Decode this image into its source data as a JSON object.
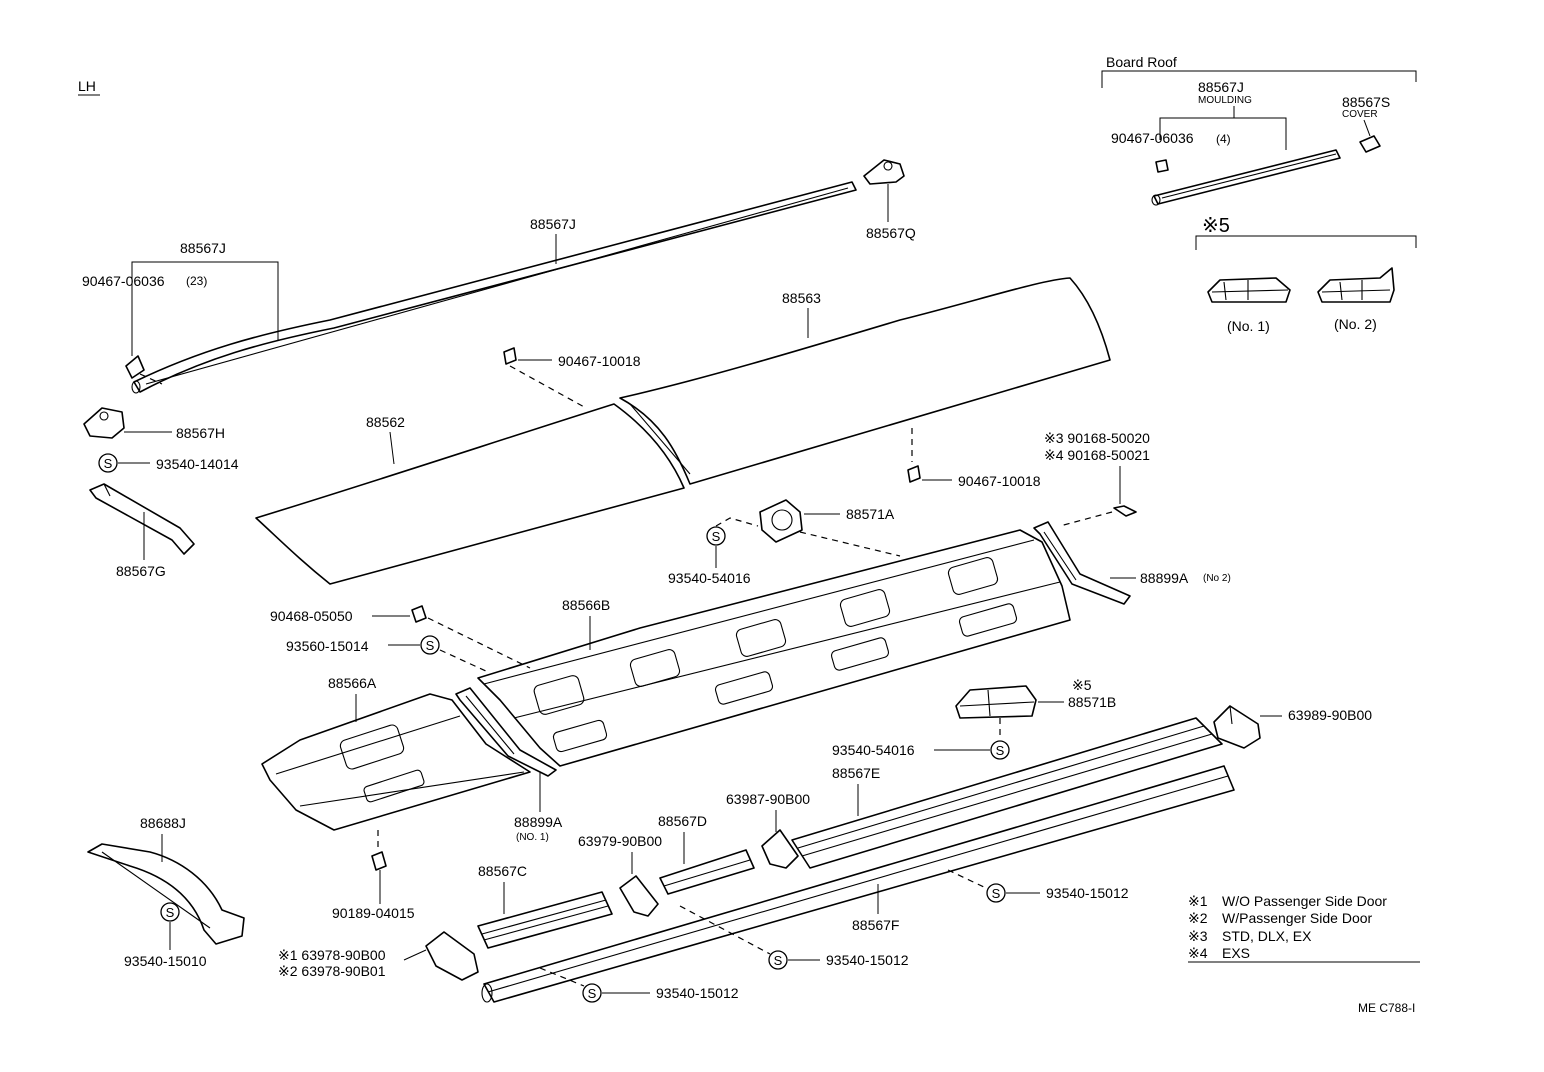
{
  "side_label": "LH",
  "board_roof": {
    "title": "Board Roof",
    "moulding_part": "88567J",
    "moulding_name": "MOULDING",
    "cover_part": "88567S",
    "cover_name": "COVER",
    "clip_part": "90467-06036",
    "clip_qty": "(4)"
  },
  "option5": {
    "title": "※5",
    "no1": "(No. 1)",
    "no2": "(No. 2)"
  },
  "parts": {
    "moulding_main": "88567J",
    "moulding_bracket": "88567J",
    "clip_main": "90467-06036",
    "clip_main_qty": "(23)",
    "end_cap_front": "88567Q",
    "roof_panel_rear": "88563",
    "roof_panel_front": "88562",
    "retainer_upper": "90467-10018",
    "retainer_lower": "90467-10018",
    "end_cap_rear": "88567H",
    "screw_s1": "93540-14014",
    "bracket_g": "88567G",
    "duct_block": "88571A",
    "screw_s2": "93540-54016",
    "screw_note3": "※3 90168-50020",
    "screw_note4": "※4 90168-50021",
    "duct_end_no2": "88899A",
    "duct_end_no2_sub": "(No 2)",
    "clip_90468": "90468-05050",
    "duct_upper": "88566B",
    "screw_s3": "93560-15014",
    "duct_lower": "88566A",
    "duct_end_no1": "88899A",
    "duct_end_no1_sub": "(NO. 1)",
    "clip_90189": "90189-04015",
    "bracket_j": "88688J",
    "screw_s4": "93540-15010",
    "grille_b": "88571B",
    "grille_b_note": "※5",
    "screw_s5": "93540-54016",
    "cap_63989": "63989-90B00",
    "rail_e": "88567E",
    "joint_63987": "63987-90B00",
    "rail_d": "88567D",
    "joint_63979": "63979-90B00",
    "rail_c": "88567C",
    "cap_note1": "※1 63978-90B00",
    "cap_note2": "※2 63978-90B01",
    "rail_f": "88567F",
    "screw_s6": "93540-15012",
    "screw_s7": "93540-15012",
    "screw_s8": "93540-15012"
  },
  "symbol_s": "S",
  "legend": {
    "items": [
      {
        "mark": "※1",
        "text": "W/O Passenger Side Door"
      },
      {
        "mark": "※2",
        "text": "W/Passenger Side Door"
      },
      {
        "mark": "※3",
        "text": "STD, DLX, EX"
      },
      {
        "mark": "※4",
        "text": "EXS"
      }
    ]
  },
  "figure_code": "ME C788-I"
}
